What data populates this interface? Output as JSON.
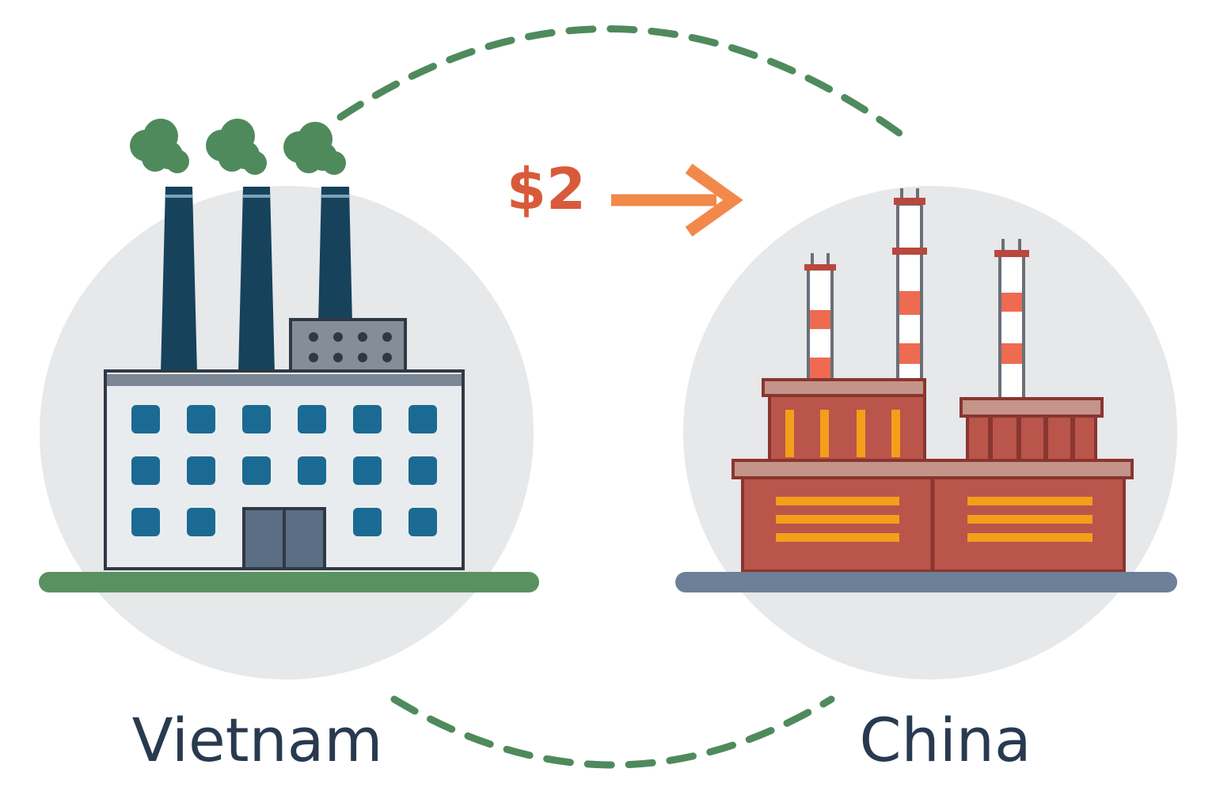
{
  "labels": {
    "left_country": "Vietnam",
    "right_country": "China",
    "price": "$2"
  },
  "colors": {
    "background": "#ffffff",
    "circle": "#e6e8ea",
    "dashed_path": "#4f8a5c",
    "price": "#d95a3a",
    "arrow": "#f2894a",
    "label_text": "#283a4f",
    "smoke": "#4f8a5c",
    "vietnam_chimney": "#16425b",
    "vietnam_building": "#e9ecee",
    "vietnam_window": "#1b6a93",
    "vietnam_ground": "#5a9161",
    "china_building": "#b9554b",
    "china_accent": "#f59e1a",
    "china_ground": "#6e7f98"
  },
  "icons": {
    "left": "factory-icon",
    "right": "industrial-plant-icon",
    "arrow": "arrow-right-icon"
  }
}
